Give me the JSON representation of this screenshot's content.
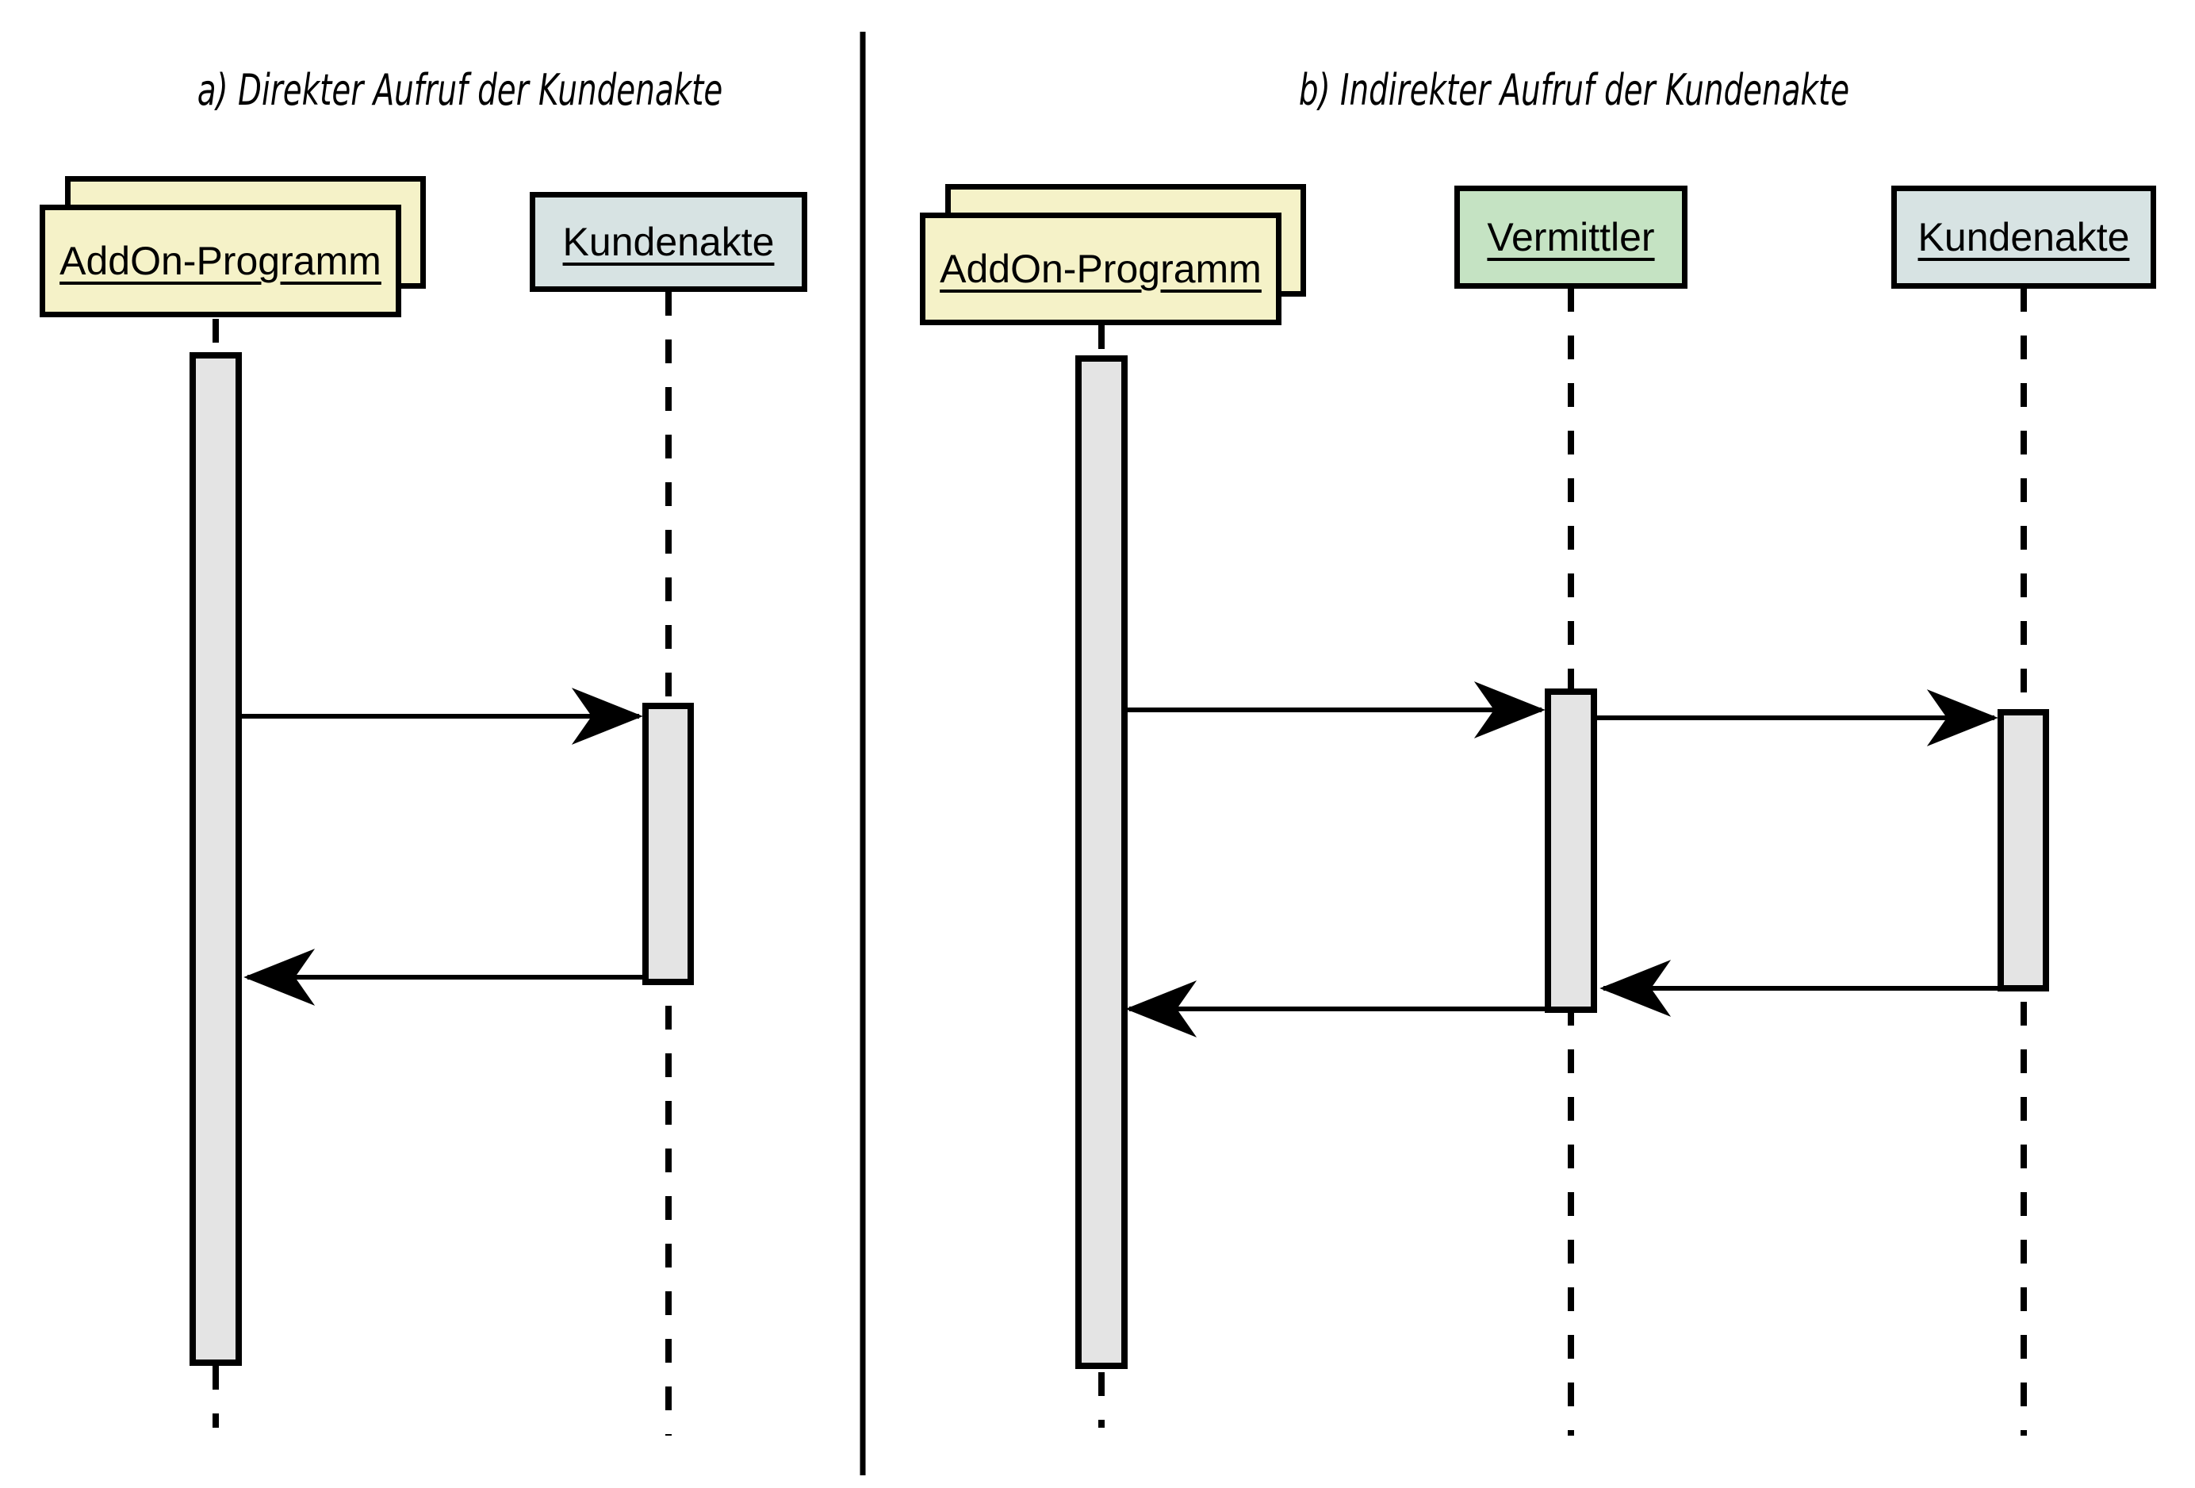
{
  "figure": {
    "type": "uml-sequence-diagram",
    "background": "#ffffff",
    "panels": [
      {
        "id": "a",
        "title": "a) Direkter Aufruf der Kundenakte",
        "participants": [
          {
            "name": "AddOn-Programm",
            "shape": "multi-instance-stacked-box",
            "fill": "#F5F2C8",
            "border": "#000000"
          },
          {
            "name": "Kundenakte",
            "shape": "box",
            "fill": "#D7E3E3",
            "border": "#000000"
          }
        ],
        "messages": [
          {
            "from": "AddOn-Programm",
            "to": "Kundenakte",
            "direction": "right",
            "style": "solid",
            "arrowhead": "filled",
            "label": ""
          },
          {
            "from": "Kundenakte",
            "to": "AddOn-Programm",
            "direction": "left",
            "style": "solid",
            "arrowhead": "filled",
            "label": ""
          }
        ]
      },
      {
        "id": "b",
        "title": "b) Indirekter Aufruf der Kundenakte",
        "participants": [
          {
            "name": "AddOn-Programm",
            "shape": "multi-instance-stacked-box",
            "fill": "#F5F2C8",
            "border": "#000000"
          },
          {
            "name": "Vermittler",
            "shape": "box",
            "fill": "#C5E3C3",
            "border": "#000000"
          },
          {
            "name": "Kundenakte",
            "shape": "box",
            "fill": "#D7E3E3",
            "border": "#000000"
          }
        ],
        "messages": [
          {
            "from": "AddOn-Programm",
            "to": "Vermittler",
            "direction": "right",
            "style": "solid",
            "arrowhead": "filled",
            "label": ""
          },
          {
            "from": "Vermittler",
            "to": "Kundenakte",
            "direction": "right",
            "style": "solid",
            "arrowhead": "filled",
            "label": ""
          },
          {
            "from": "Kundenakte",
            "to": "Vermittler",
            "direction": "left",
            "style": "solid",
            "arrowhead": "filled",
            "label": ""
          },
          {
            "from": "Vermittler",
            "to": "AddOn-Programm",
            "direction": "left",
            "style": "solid",
            "arrowhead": "filled",
            "label": ""
          }
        ]
      }
    ],
    "colors": {
      "addon_fill": "#F5F2C8",
      "kundenakte_fill": "#D7E3E3",
      "vermittler_fill": "#C5E3C3",
      "activation_fill": "#E4E4E4",
      "line": "#000000"
    },
    "labels": {
      "panel_a_title": "a) Direkter Aufruf der Kundenakte",
      "panel_b_title": "b) Indirekter Aufruf der Kundenakte",
      "addon_a": "AddOn-Programm",
      "kundenakte_a": "Kundenakte",
      "addon_b": "AddOn-Programm",
      "vermittler_b": "Vermittler",
      "kundenakte_b": "Kundenakte"
    }
  }
}
